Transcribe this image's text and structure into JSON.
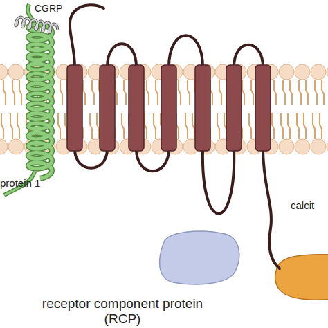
{
  "diagram": {
    "labels": [
      "CGRP",
      "protein 1",
      "receptor component protein (RCP)",
      "calcit"
    ]
  }
}
